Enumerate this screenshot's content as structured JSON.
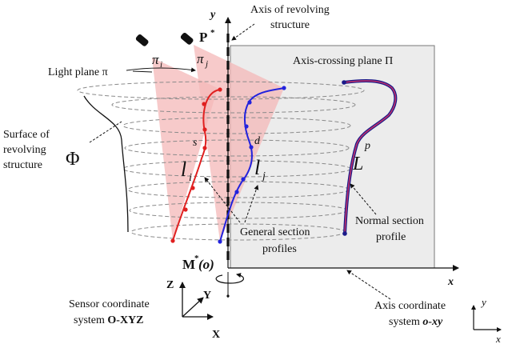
{
  "labels": {
    "axis_y": "y",
    "axis_of_structure_line1": "Axis of revolving",
    "axis_of_structure_line2": "structure",
    "point_p": "P",
    "point_p_sup": "*",
    "axis_crossing_plane": "Axis-crossing plane Π",
    "light_plane": "Light plane π",
    "pi_i": "π",
    "pi_i_sub": "i",
    "pi_j": "π",
    "pi_j_sub": "j",
    "surface_line1": "Surface of",
    "surface_line2": "revolving",
    "surface_line3": "structure",
    "phi": "Φ",
    "s": "s",
    "d": "d",
    "p": "p",
    "l_i": "l",
    "l_i_sub": "i",
    "l_j": "l",
    "l_j_sub": "j",
    "L": "L",
    "general_line1": "General section",
    "general_line2": "profiles",
    "normal_line1": "Normal section",
    "normal_line2": "profile",
    "m_point": "M",
    "m_point_sup": "*",
    "m_point_paren": "(o)",
    "axis_x": "x",
    "sensor_Z": "Z",
    "sensor_Y": "Y",
    "sensor_X": "X",
    "sensor_line1": "Sensor coordinate",
    "sensor_line2_prefix": "system ",
    "sensor_line2_bold": "O-XYZ",
    "axis_coord_line1": "Axis coordinate",
    "axis_coord_line2_prefix": "system ",
    "axis_coord_line2_bold": "o-xy",
    "small_y": "y",
    "small_x": "x"
  },
  "colors": {
    "light_plane_fill": "#f4b8b8",
    "red_profile": "#e02020",
    "blue_profile": "#2222dd",
    "normal_profile_outer": "#1a1a8a",
    "normal_profile_inner": "#c0306a",
    "plane_fill": "#ececec",
    "dash_gray": "#8a8a8a"
  },
  "icons": [
    "laser-projector-icon",
    "rotation-arrow-icon"
  ]
}
